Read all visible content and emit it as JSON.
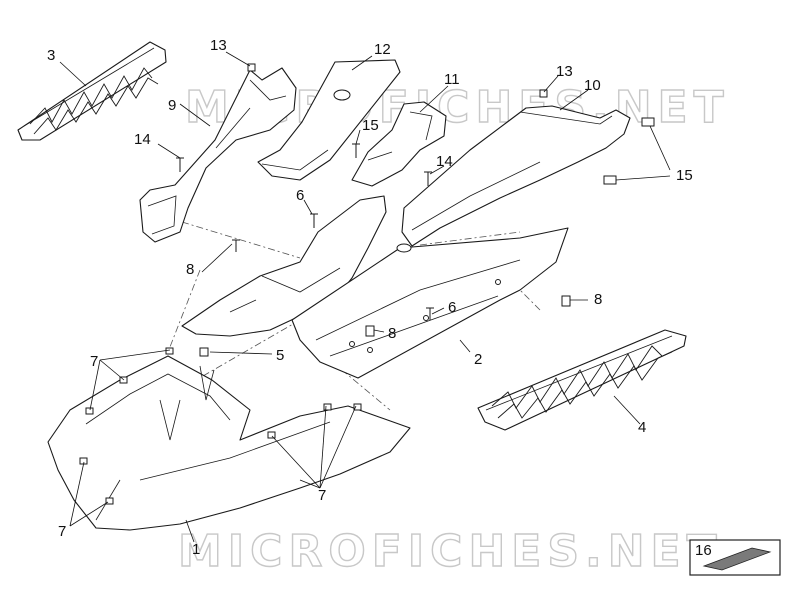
{
  "watermark": "MICROFICHES.NET",
  "callouts": {
    "c1": "1",
    "c2": "2",
    "c3": "3",
    "c4": "4",
    "c5": "5",
    "c6a": "6",
    "c6b": "6",
    "c7a": "7",
    "c7b": "7",
    "c7c": "7",
    "c8a": "8",
    "c8b": "8",
    "c8c": "8",
    "c9": "9",
    "c10": "10",
    "c11": "11",
    "c12": "12",
    "c13a": "13",
    "c13b": "13",
    "c14a": "14",
    "c14b": "14",
    "c15a": "15",
    "c15b": "15",
    "c16": "16"
  }
}
